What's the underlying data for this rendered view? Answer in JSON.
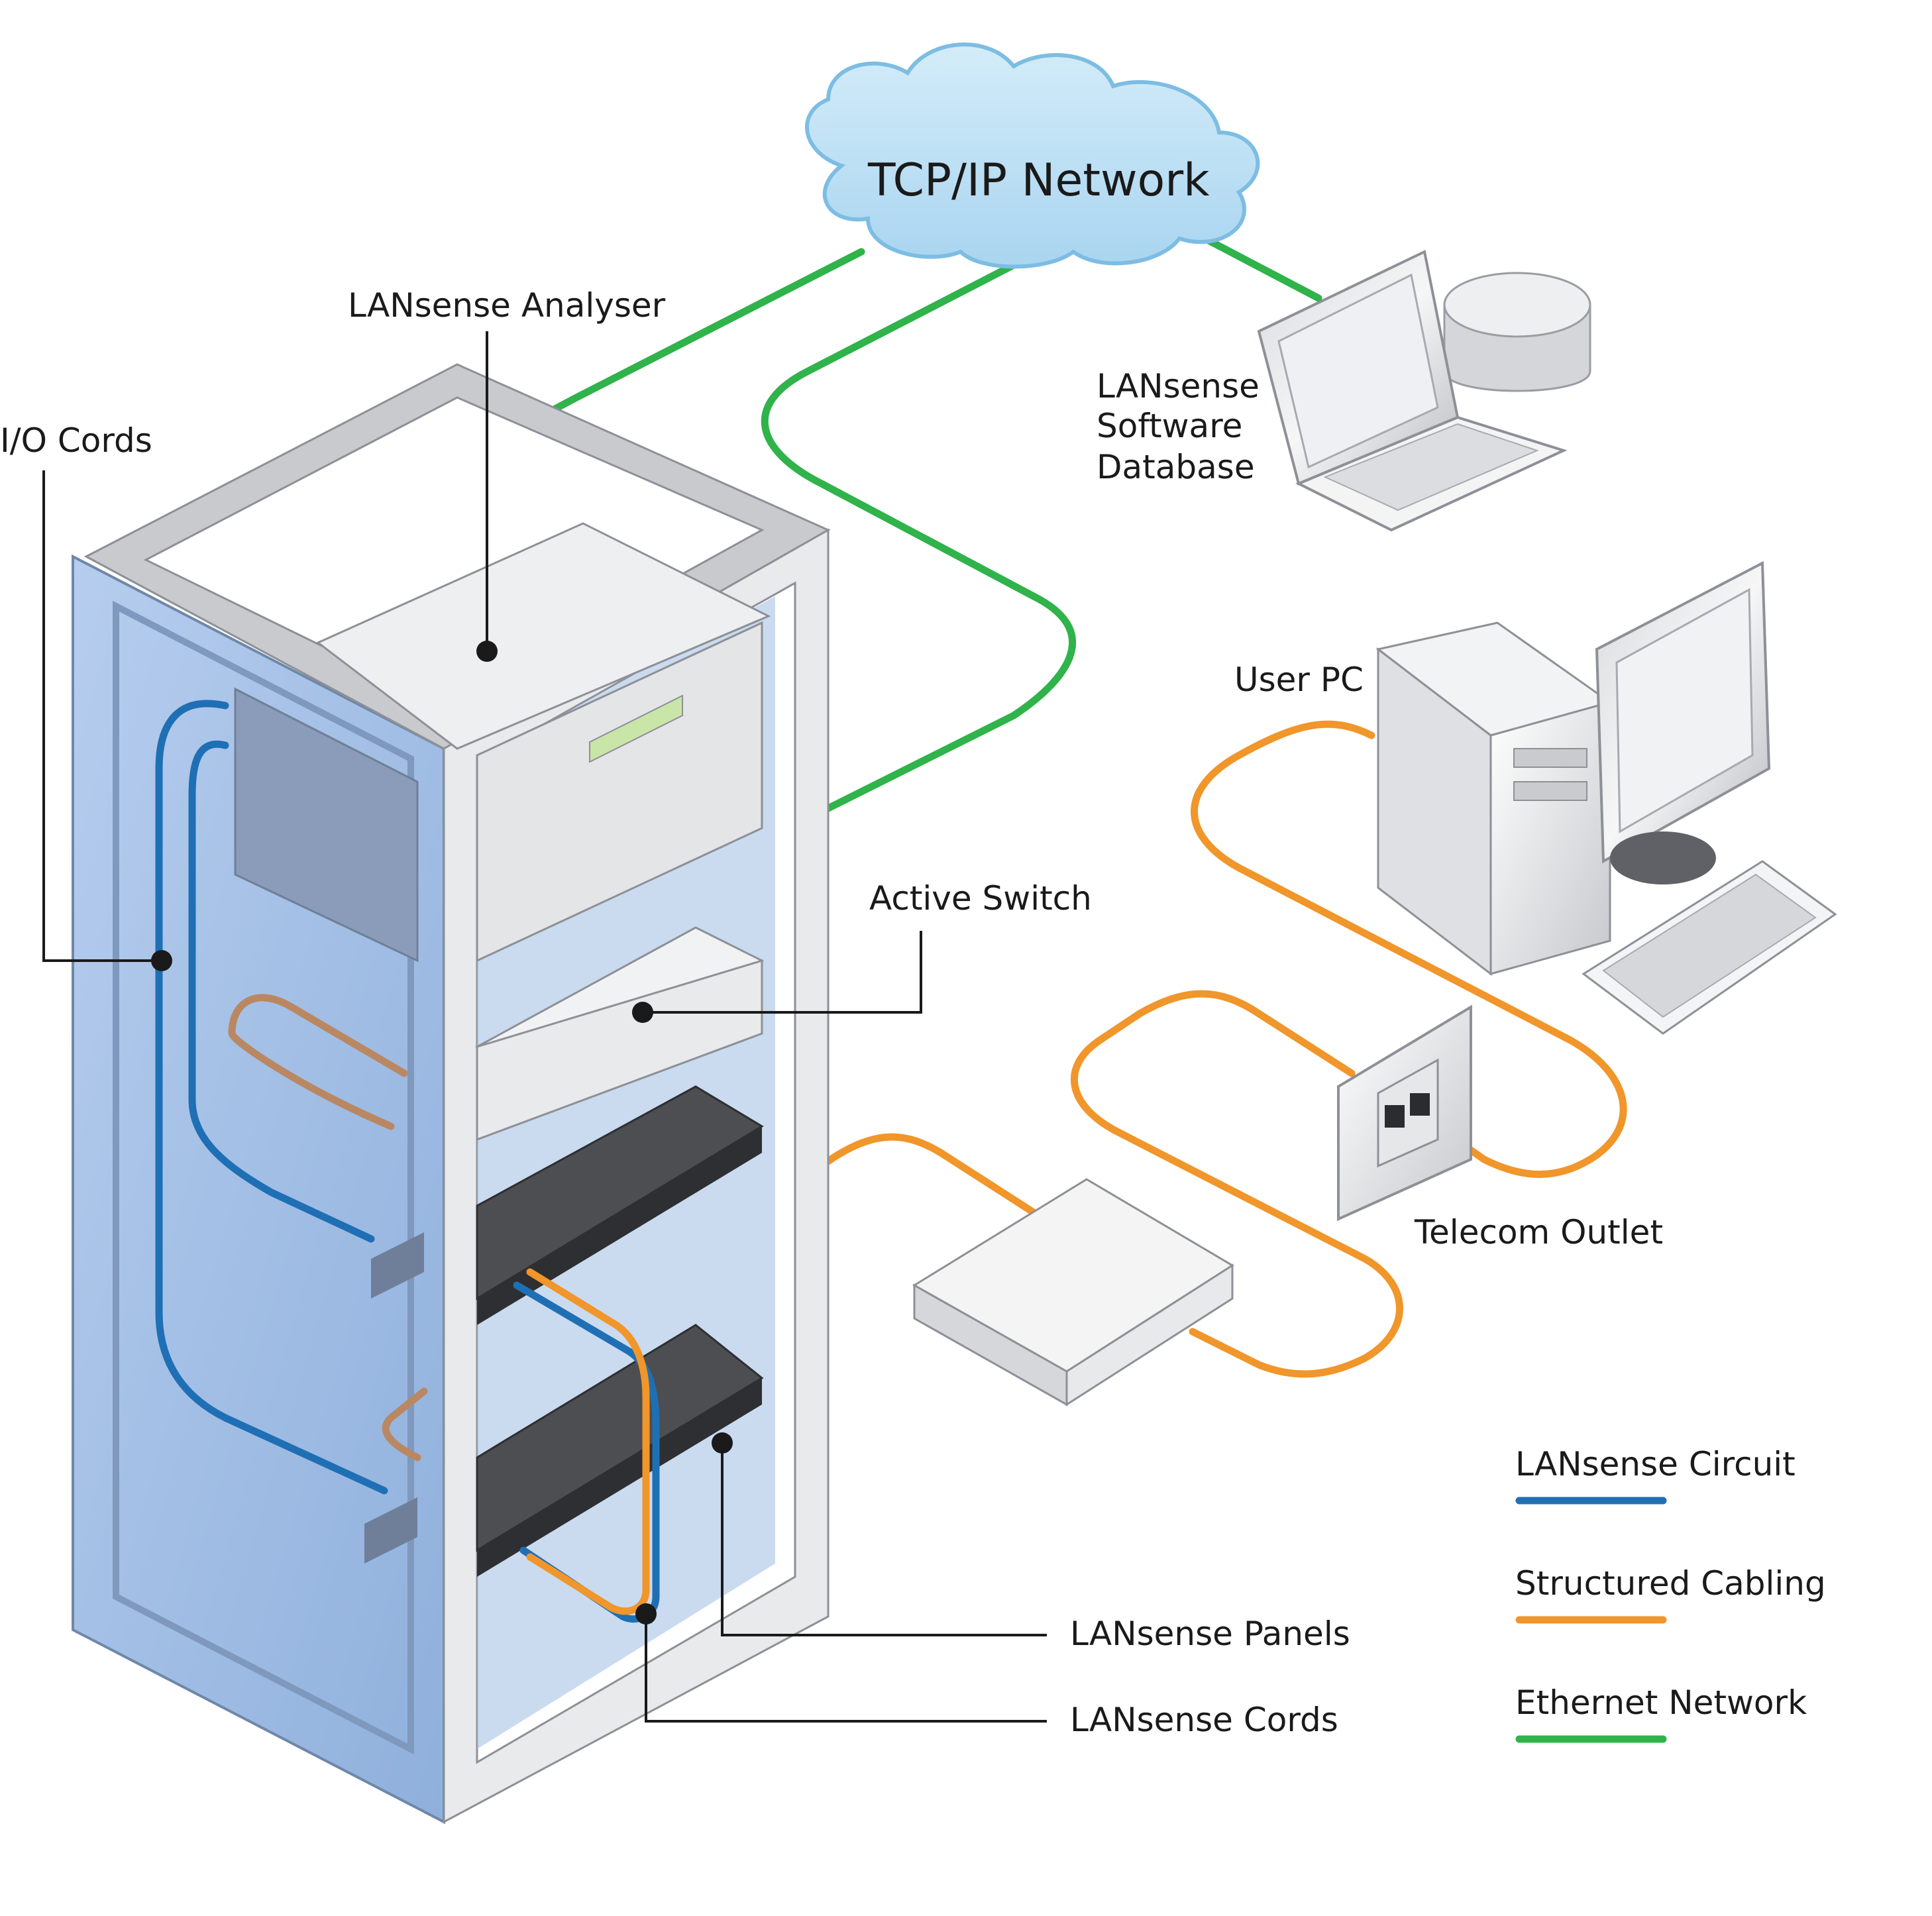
{
  "cloud": {
    "label": "TCP/IP Network"
  },
  "labels": {
    "analyser": "LANsense Analyser",
    "io_cords": "I/O Cords",
    "software_line1": "LANsense",
    "software_line2": "Software",
    "software_line3": "Database",
    "user_pc": "User PC",
    "active_switch": "Active Switch",
    "telecom_outlet": "Telecom Outlet",
    "panels": "LANsense Panels",
    "cords": "LANsense Cords"
  },
  "legend": [
    {
      "label": "LANsense Circuit",
      "color": "#1f6fb5"
    },
    {
      "label": "Structured Cabling",
      "color": "#f0962a"
    },
    {
      "label": "Ethernet Network",
      "color": "#2fb34a"
    }
  ],
  "colors": {
    "circuit": "#1f6fb5",
    "structured": "#f0962a",
    "ethernet": "#2fb34a",
    "cord_brown": "#b98863",
    "cloud_fill": "#bfe0f3",
    "cloud_stroke": "#7dbde3",
    "rack_panel": "#9fbde3"
  }
}
